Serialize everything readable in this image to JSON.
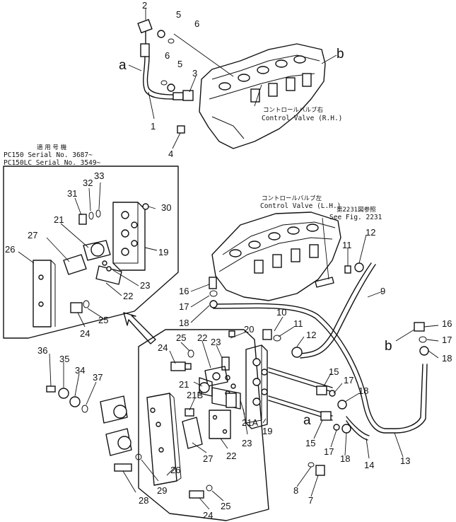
{
  "notes": {
    "applicable_jp": "適 用 号 機",
    "pc150_serial": "PC150   Serial No. 3687~",
    "pc150lc_serial": "PC150LC Serial No. 3549~",
    "cv_rh_jp": "コントロールバルブ右",
    "cv_rh": "Control Valve (R.H.)",
    "cv_lh_jp": "コントロールバルブ左",
    "cv_lh": "Control Valve (L.H.)",
    "see_jp": "第2231図参照",
    "see_fig": "See Fig. 2231"
  },
  "letters": {
    "a": "a",
    "b": "b"
  },
  "labels": [
    {
      "id": "l2",
      "text": "2"
    },
    {
      "id": "l5a",
      "text": "5"
    },
    {
      "id": "l6a",
      "text": "6"
    },
    {
      "id": "l6b",
      "text": "6"
    },
    {
      "id": "l5b",
      "text": "5"
    },
    {
      "id": "l3",
      "text": "3"
    },
    {
      "id": "l1",
      "text": "1"
    },
    {
      "id": "l4",
      "text": "4"
    },
    {
      "id": "l33a",
      "text": "33"
    },
    {
      "id": "l32a",
      "text": "32"
    },
    {
      "id": "l31a",
      "text": "31"
    },
    {
      "id": "l30",
      "text": "30"
    },
    {
      "id": "l21a",
      "text": "21"
    },
    {
      "id": "l27a",
      "text": "27"
    },
    {
      "id": "l26a",
      "text": "26"
    },
    {
      "id": "l19a",
      "text": "19"
    },
    {
      "id": "l23a",
      "text": "23"
    },
    {
      "id": "l22a",
      "text": "22"
    },
    {
      "id": "l24a",
      "text": "24"
    },
    {
      "id": "l25a",
      "text": "25"
    },
    {
      "id": "l12a",
      "text": "12"
    },
    {
      "id": "l11a",
      "text": "11"
    },
    {
      "id": "l9",
      "text": "9"
    },
    {
      "id": "l16a",
      "text": "16"
    },
    {
      "id": "l17a",
      "text": "17"
    },
    {
      "id": "l18a",
      "text": "18"
    },
    {
      "id": "l10",
      "text": "10"
    },
    {
      "id": "l11b",
      "text": "11"
    },
    {
      "id": "l20",
      "text": "20"
    },
    {
      "id": "l12b",
      "text": "12"
    },
    {
      "id": "l16b",
      "text": "16"
    },
    {
      "id": "l17b",
      "text": "17"
    },
    {
      "id": "l18b",
      "text": "18"
    },
    {
      "id": "l25b",
      "text": "25"
    },
    {
      "id": "l22b",
      "text": "22"
    },
    {
      "id": "l24b",
      "text": "24"
    },
    {
      "id": "l23b",
      "text": "23"
    },
    {
      "id": "l36",
      "text": "36"
    },
    {
      "id": "l35",
      "text": "35"
    },
    {
      "id": "l34",
      "text": "34"
    },
    {
      "id": "l37",
      "text": "37"
    },
    {
      "id": "l21b",
      "text": "21"
    },
    {
      "id": "l21B",
      "text": "21B"
    },
    {
      "id": "l21A",
      "text": "21A"
    },
    {
      "id": "l15a",
      "text": "15"
    },
    {
      "id": "l17c",
      "text": "17"
    },
    {
      "id": "l18c",
      "text": "18"
    },
    {
      "id": "l15b",
      "text": "15"
    },
    {
      "id": "l17d",
      "text": "17"
    },
    {
      "id": "l18d",
      "text": "18"
    },
    {
      "id": "l19b",
      "text": "19"
    },
    {
      "id": "l23c",
      "text": "23"
    },
    {
      "id": "l27b",
      "text": "27"
    },
    {
      "id": "l22c",
      "text": "22"
    },
    {
      "id": "l26b",
      "text": "26"
    },
    {
      "id": "l28",
      "text": "28"
    },
    {
      "id": "l29",
      "text": "29"
    },
    {
      "id": "l24c",
      "text": "24"
    },
    {
      "id": "l25c",
      "text": "25"
    },
    {
      "id": "l14",
      "text": "14"
    },
    {
      "id": "l13",
      "text": "13"
    },
    {
      "id": "l8",
      "text": "8"
    },
    {
      "id": "l7",
      "text": "7"
    }
  ]
}
